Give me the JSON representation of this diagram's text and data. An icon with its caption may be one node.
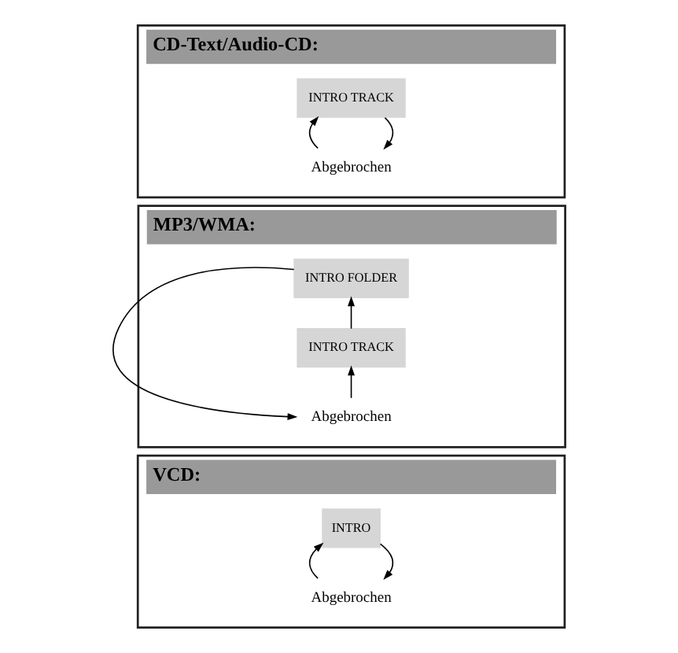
{
  "diagram": {
    "nodes": [
      {
        "text": [
          "VCD:"
        ]
      },
      {
        "text": [
          "INTRO"
        ],
        "in": 0
      },
      {
        "text": [
          "Abgebrochen"
        ],
        "in": 0
      },
      {
        "text": [
          "MP3/WMA:"
        ]
      },
      {
        "text": [
          "INTRO TRACK"
        ],
        "in": 3
      },
      {
        "text": [
          "INTRO FOLDER"
        ],
        "in": 3
      },
      {
        "text": [
          "Abgebrochen"
        ],
        "in": 3
      },
      {
        "text": [
          "CD-Text/Audio-CD:"
        ]
      },
      {
        "text": [
          "INTRO TRACK"
        ],
        "in": 7
      },
      {
        "text": [
          "Abgebrochen"
        ],
        "in": 7
      }
    ],
    "edges": [
      {
        "from": 1,
        "to": 2,
        "arrow": "to"
      },
      {
        "from": 2,
        "to": 1,
        "arrow": "to"
      },
      {
        "from": 4,
        "to": 5,
        "arrow": "to"
      },
      {
        "from": 5,
        "to": 6,
        "arrow": "to"
      },
      {
        "from": 6,
        "to": 4,
        "arrow": "to"
      },
      {
        "from": 8,
        "to": 9,
        "arrow": "to"
      },
      {
        "from": 9,
        "to": 8,
        "arrow": "to"
      }
    ]
  }
}
